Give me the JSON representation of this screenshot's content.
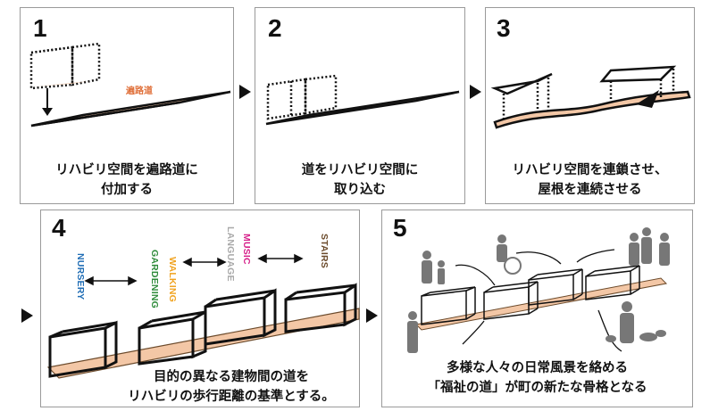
{
  "panels": [
    {
      "number": "1",
      "caption": [
        "リハビリ空間を遍路道に",
        "付加する"
      ],
      "road_label": "遍路道"
    },
    {
      "number": "2",
      "caption": [
        "道をリハビリ空間に",
        "取り込む"
      ]
    },
    {
      "number": "3",
      "caption": [
        "リハビリ空間を連鎖させ、",
        "屋根を連続させる"
      ]
    },
    {
      "number": "4",
      "caption": [
        "目的の異なる建物間の道を",
        "リハビリの歩行距離の基準とする。"
      ],
      "labels": [
        {
          "text": "NURSERY",
          "color": "#1f6db5"
        },
        {
          "text": "GARDENING",
          "color": "#2e8b3a"
        },
        {
          "text": "WALKING",
          "color": "#f0a21e"
        },
        {
          "text": "LANGUAGE",
          "color": "#a8a8a8"
        },
        {
          "text": "MUSIC",
          "color": "#d6208a"
        },
        {
          "text": "STAIRS",
          "color": "#6b4a2b"
        }
      ]
    },
    {
      "number": "5",
      "caption": [
        "多様な人々の日常風景を絡める",
        "「福祉の道」が町の新たな骨格となる"
      ]
    }
  ],
  "colors": {
    "road": "#f3c7a6",
    "road_edge": "#111111",
    "accent": "#e0703a",
    "border": "#9a9a9a"
  }
}
